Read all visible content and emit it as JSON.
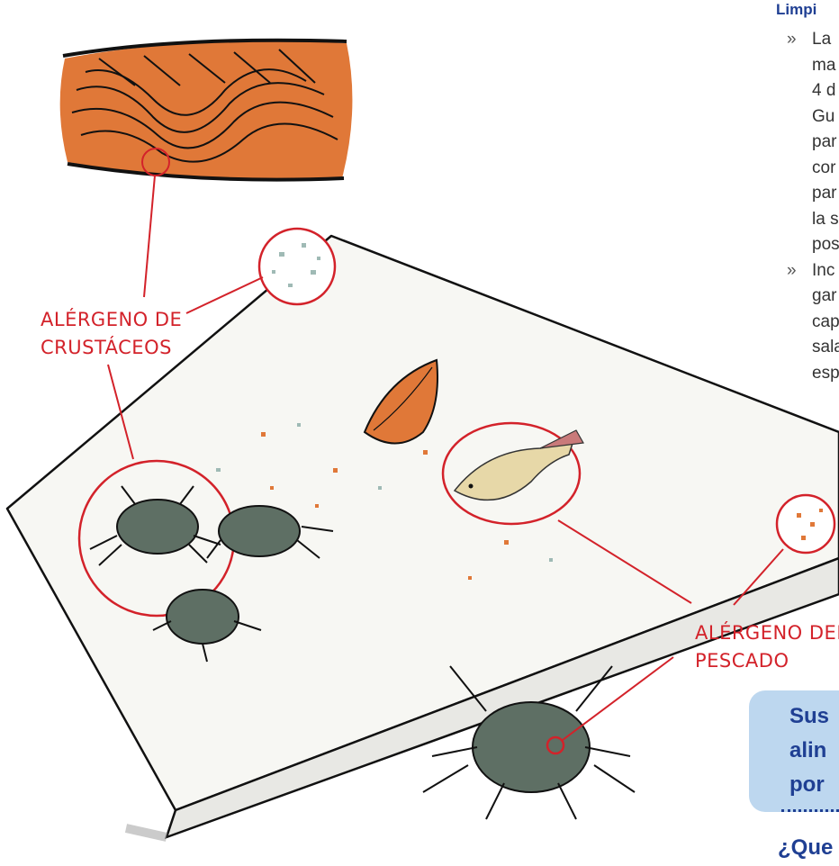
{
  "labels": {
    "crustaceans_line1": "ALÉRGENO DE",
    "crustaceans_line2": "CRUSTÁCEOS",
    "fish_line1": "ALÉRGENO DEL",
    "fish_line2": "PESCADO"
  },
  "side_text": {
    "heading": "Limpi",
    "bullets": [
      [
        "La",
        "ma",
        "4 d",
        "Gu",
        "par",
        "cor",
        "par",
        "la s",
        "pos"
      ],
      [
        "Inc",
        "gar",
        "cap",
        "sala",
        "esp"
      ]
    ]
  },
  "callout": {
    "lines": [
      "Sus",
      "alin",
      "por"
    ]
  },
  "question": "¿Que",
  "colors": {
    "accent_red": "#d3222a",
    "navy": "#1f3f93",
    "callout_bg": "#bdd7ef",
    "salmon": "#e07838",
    "crab": "#5e6f64"
  },
  "icons": [
    "salmon-fillet",
    "cutting-board",
    "crab",
    "fish",
    "allergen-particles"
  ]
}
